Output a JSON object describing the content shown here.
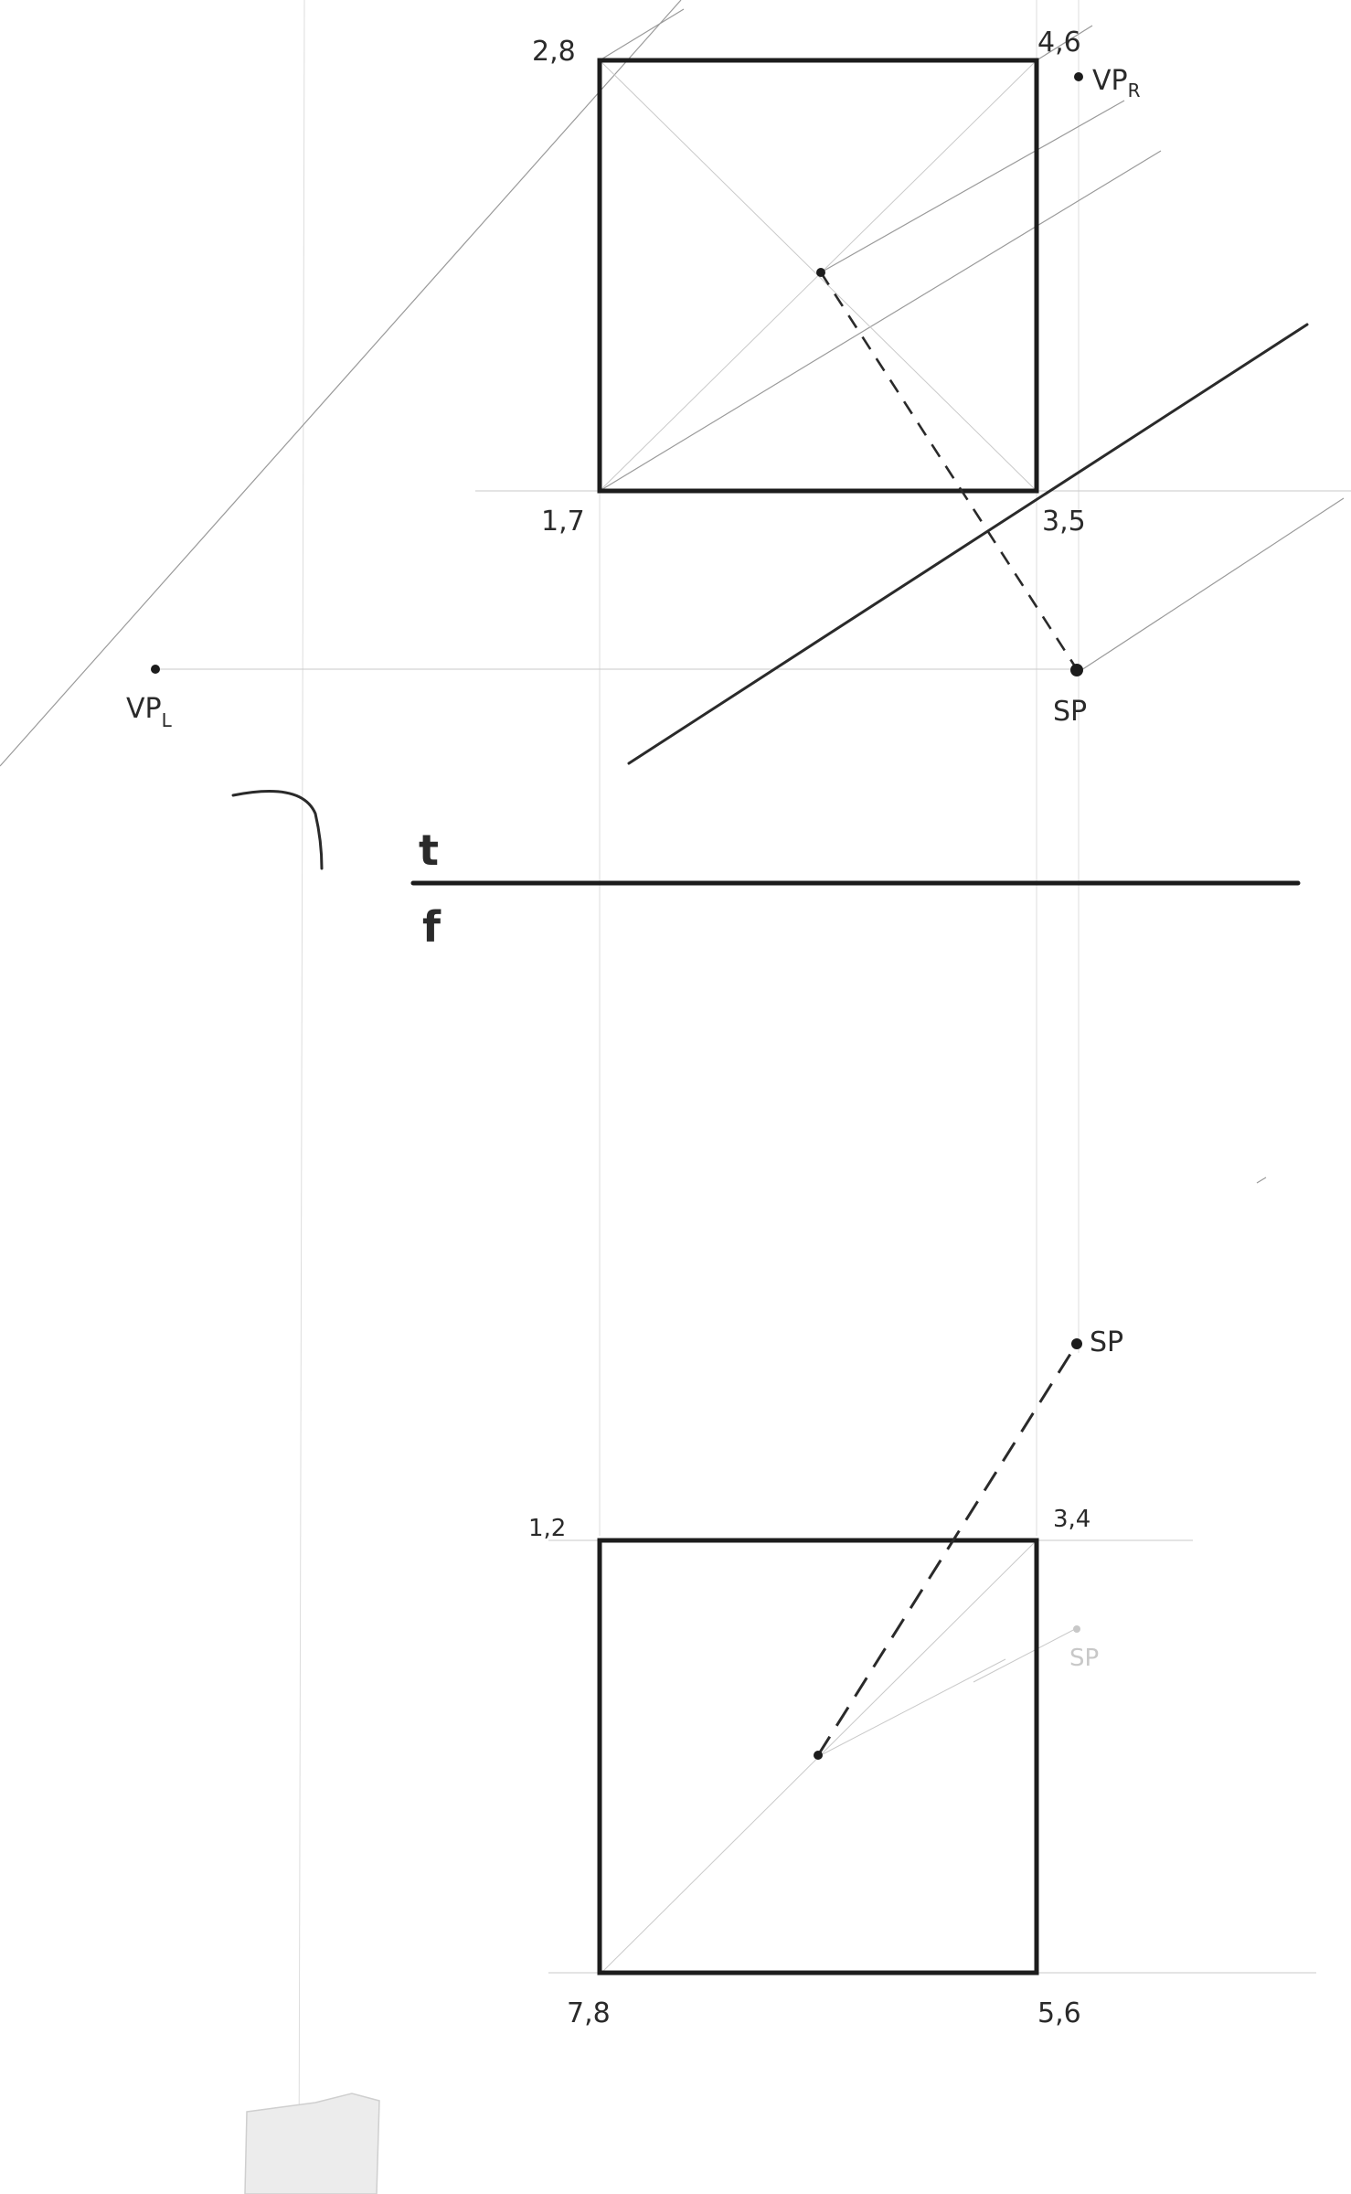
{
  "labels": {
    "top_view": {
      "corner_top_left": "2,8",
      "corner_top_right": "4,6",
      "corner_bottom_left": "1,7",
      "corner_bottom_right": "3,5",
      "vp_right": "VP",
      "vp_right_sub": "R",
      "vp_left": "VP",
      "vp_left_sub": "L",
      "station_point": "SP"
    },
    "ground_line": {
      "above": "t",
      "below": "f"
    },
    "front_view": {
      "corner_top_left": "1,2",
      "corner_top_right": "3,4",
      "corner_bottom_left": "7,8",
      "corner_bottom_right": "5,6",
      "station_point": "SP",
      "station_point_faint": "SP"
    }
  }
}
